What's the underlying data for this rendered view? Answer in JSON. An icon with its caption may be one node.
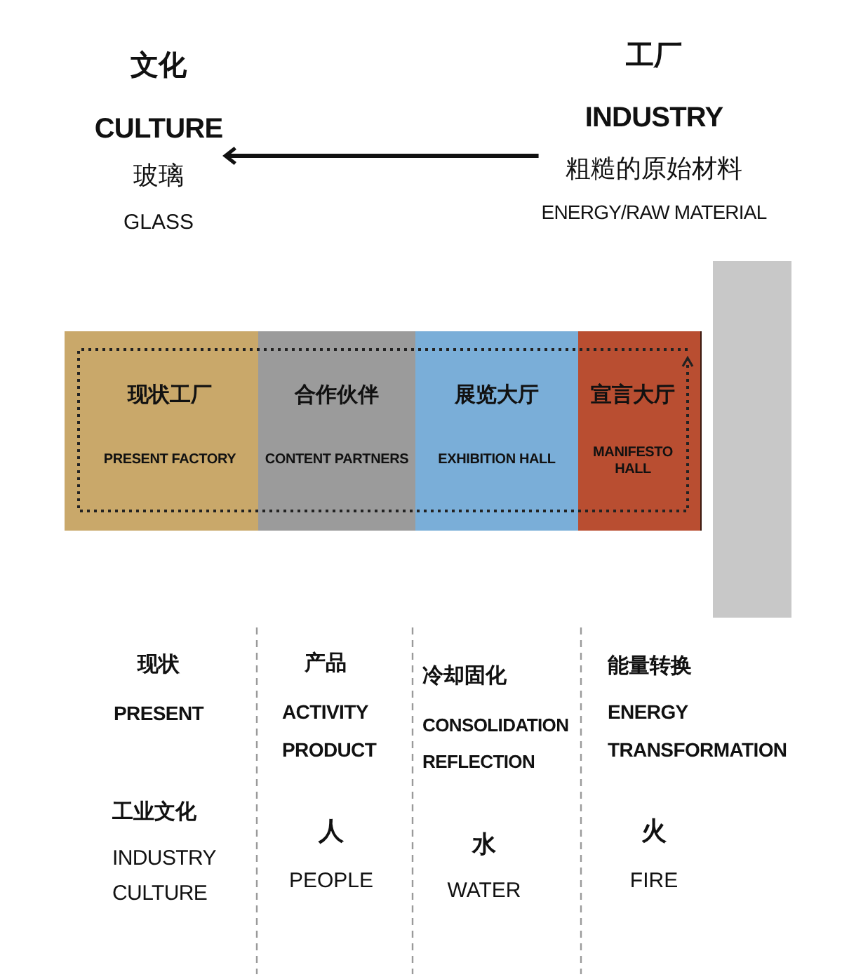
{
  "diagram": {
    "nodes": [
      {
        "text": [
          "文化",
          "CULTURE",
          "玻璃",
          "GLASS"
        ]
      },
      {
        "text": [
          "工厂",
          "INDUSTRY",
          "粗糙的原始材料",
          "ENERGY/RAW MATERIAL"
        ]
      },
      {
        "text": [
          "现状工厂",
          "PRESENT FACTORY"
        ]
      },
      {
        "text": [
          "合作伙伴",
          "CONTENT PARTNERS"
        ]
      },
      {
        "text": [
          "展览大厅",
          "EXHIBITION HALL"
        ]
      },
      {
        "text": [
          "宣言大厅",
          "MANIFESTO HALL"
        ]
      },
      {
        "text": [],
        "shape": "bar"
      }
    ],
    "edges": [
      {
        "from": 1,
        "to": 0,
        "arrow": "to"
      }
    ],
    "labels": [
      "现状",
      "PRESENT",
      "产品",
      "ACTIVITY PRODUCT",
      "冷却固化",
      "CONSOLIDATION REFLECTION",
      "能量转换",
      "ENERGY TRANSFORMATION",
      "工业文化",
      "INDUSTRY CULTURE",
      "人",
      "PEOPLE",
      "水",
      "WATER",
      "火",
      "FIRE"
    ]
  }
}
